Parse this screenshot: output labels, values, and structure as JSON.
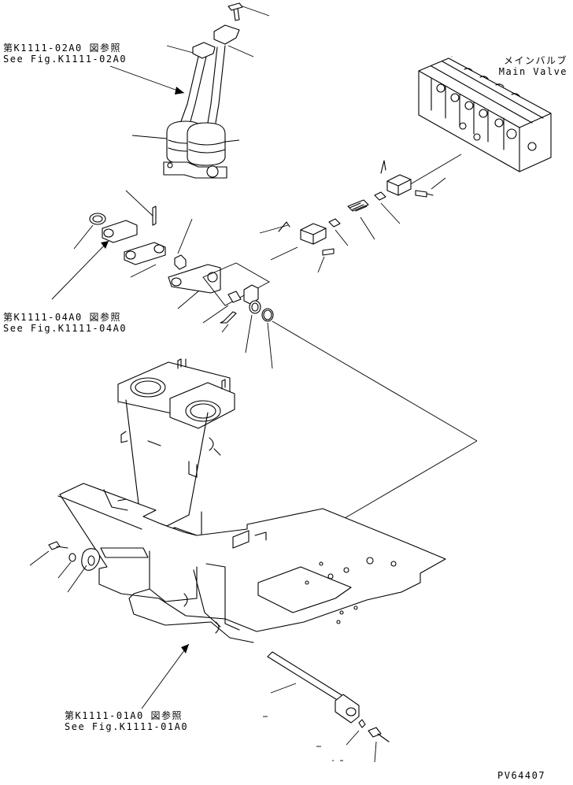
{
  "references": {
    "ref_top": {
      "jp": "第K1111-02A0 図参照",
      "en": "See Fig.K1111-02A0"
    },
    "ref_mid": {
      "jp": "第K1111-04A0 図参照",
      "en": "See Fig.K1111-04A0"
    },
    "ref_bottom": {
      "jp": "第K1111-01A0 図参照",
      "en": "See Fig.K1111-01A0"
    }
  },
  "main_valve": {
    "jp": "メインバルブ",
    "en": "Main Valve"
  },
  "drawing_code": "PV64407"
}
